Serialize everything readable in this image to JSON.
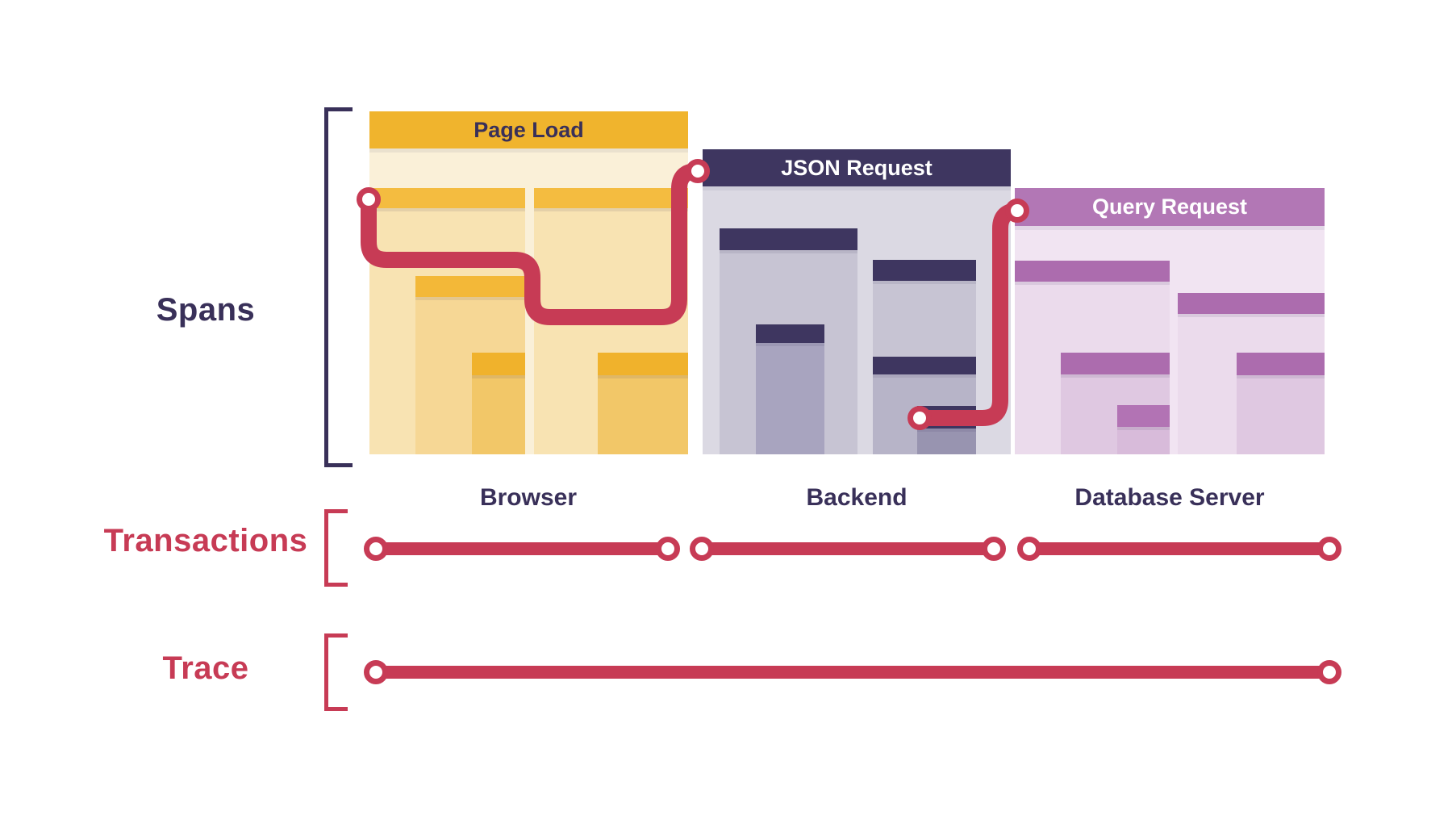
{
  "diagram": {
    "row_labels": {
      "spans": "Spans",
      "transactions": "Transactions",
      "trace": "Trace"
    },
    "panels": [
      {
        "title": "Page Load",
        "caption": "Browser"
      },
      {
        "title": "JSON Request",
        "caption": "Backend"
      },
      {
        "title": "Query Request",
        "caption": "Database Server"
      }
    ],
    "colors": {
      "accent_red": "#C73B55",
      "navy": "#393059",
      "gold": "#F0B42D",
      "purple": "#B277B5"
    }
  }
}
